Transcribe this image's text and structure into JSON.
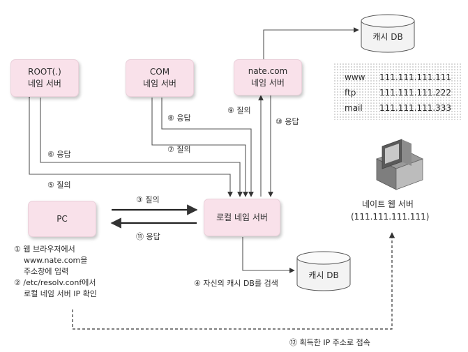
{
  "boxes": {
    "root": {
      "line1": "ROOT(.)",
      "line2": "네임 서버"
    },
    "com": {
      "line1": "COM",
      "line2": "네임 서버"
    },
    "nate": {
      "line1": "nate.com",
      "line2": "네임 서버"
    },
    "pc": {
      "line1": "PC"
    },
    "local": {
      "line1": "로컬 네임 서버"
    }
  },
  "cache_db_top": {
    "label": "캐시 DB"
  },
  "cache_db_bottom": {
    "label": "캐시 DB"
  },
  "cache_records": [
    {
      "name": "www",
      "ip": "111.111.111.111"
    },
    {
      "name": "ftp",
      "ip": "111.111.111.222"
    },
    {
      "name": "mail",
      "ip": "111.111.111.333"
    }
  ],
  "web_server": {
    "label": "네이트 웹 서버",
    "ip": "(111.111.111.111)"
  },
  "steps": {
    "s1": "① 웹 브라우저에서",
    "s1b": "www.nate.com을",
    "s1c": "주소창에 입력",
    "s2": "② /etc/resolv.conf에서",
    "s2b": "로컬 네임 서버 IP 확인",
    "s3": "③ 질의",
    "s4": "④ 자신의 캐시 DB를 검색",
    "s5": "⑤ 질의",
    "s6": "⑥ 응답",
    "s7": "⑦ 질의",
    "s8": "⑧ 응답",
    "s9": "⑨ 질의",
    "s10": "⑩ 응답",
    "s11": "⑪ 응답",
    "s12": "⑫ 획득한 IP 주소로 접속"
  }
}
